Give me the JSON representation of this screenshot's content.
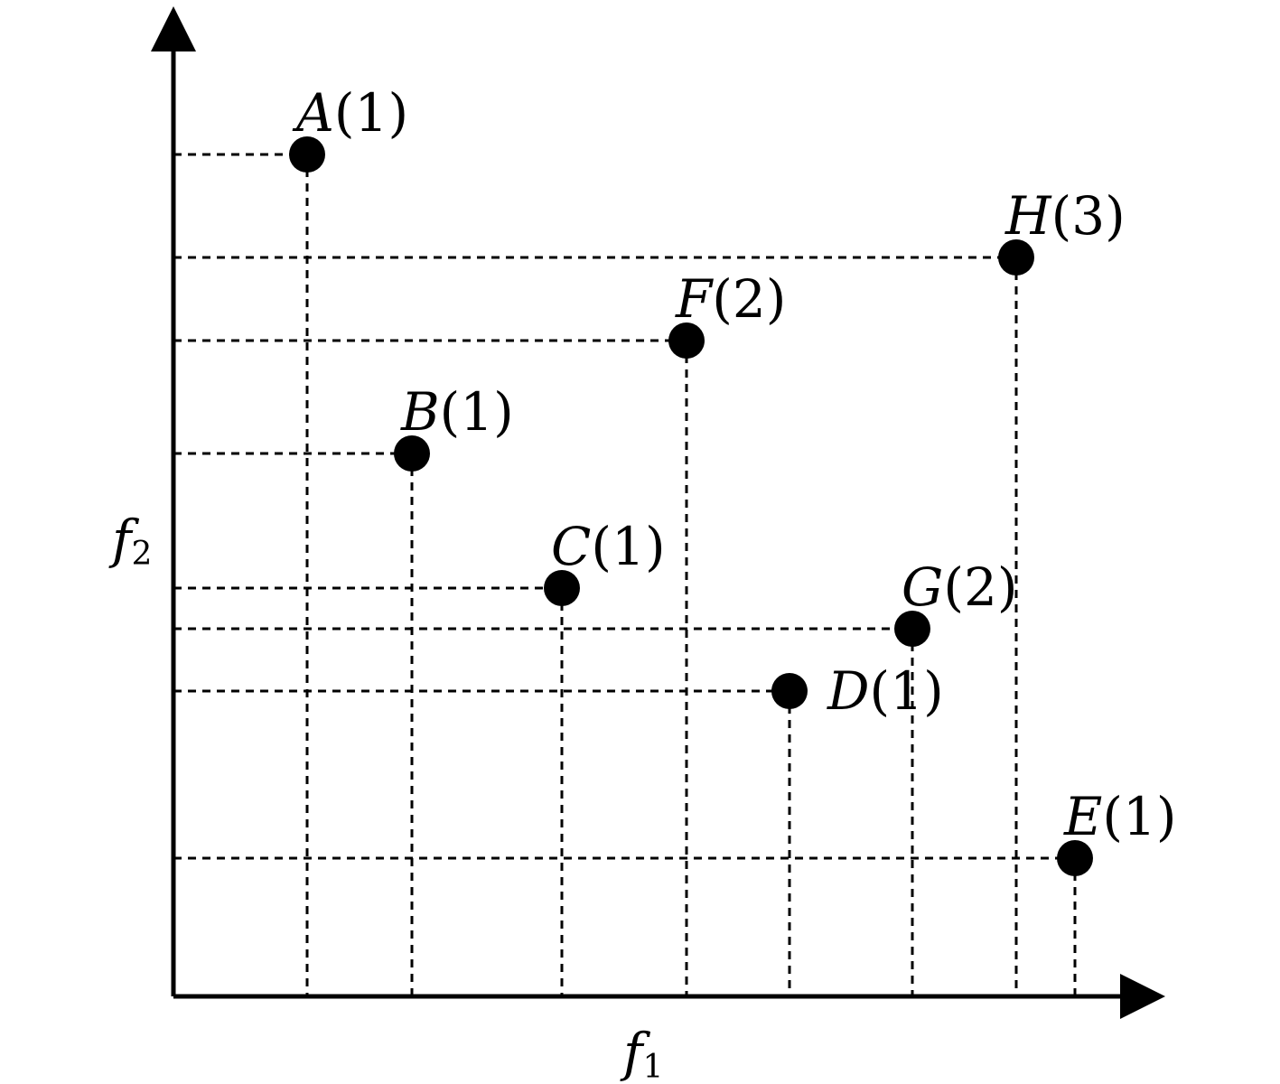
{
  "axes": {
    "x": {
      "symbol": "f",
      "subscript": "1"
    },
    "y": {
      "symbol": "f",
      "subscript": "2"
    }
  },
  "points": [
    {
      "name": "A",
      "rank": "1",
      "f1": 148,
      "f2": 932
    },
    {
      "name": "B",
      "rank": "1",
      "f1": 264,
      "f2": 601
    },
    {
      "name": "C",
      "rank": "1",
      "f1": 430,
      "f2": 452
    },
    {
      "name": "D",
      "rank": "1",
      "f1": 682,
      "f2": 338
    },
    {
      "name": "E",
      "rank": "1",
      "f1": 998,
      "f2": 153
    },
    {
      "name": "F",
      "rank": "2",
      "f1": 568,
      "f2": 726
    },
    {
      "name": "G",
      "rank": "2",
      "f1": 818,
      "f2": 407
    },
    {
      "name": "H",
      "rank": "3",
      "f1": 933,
      "f2": 818
    }
  ]
}
